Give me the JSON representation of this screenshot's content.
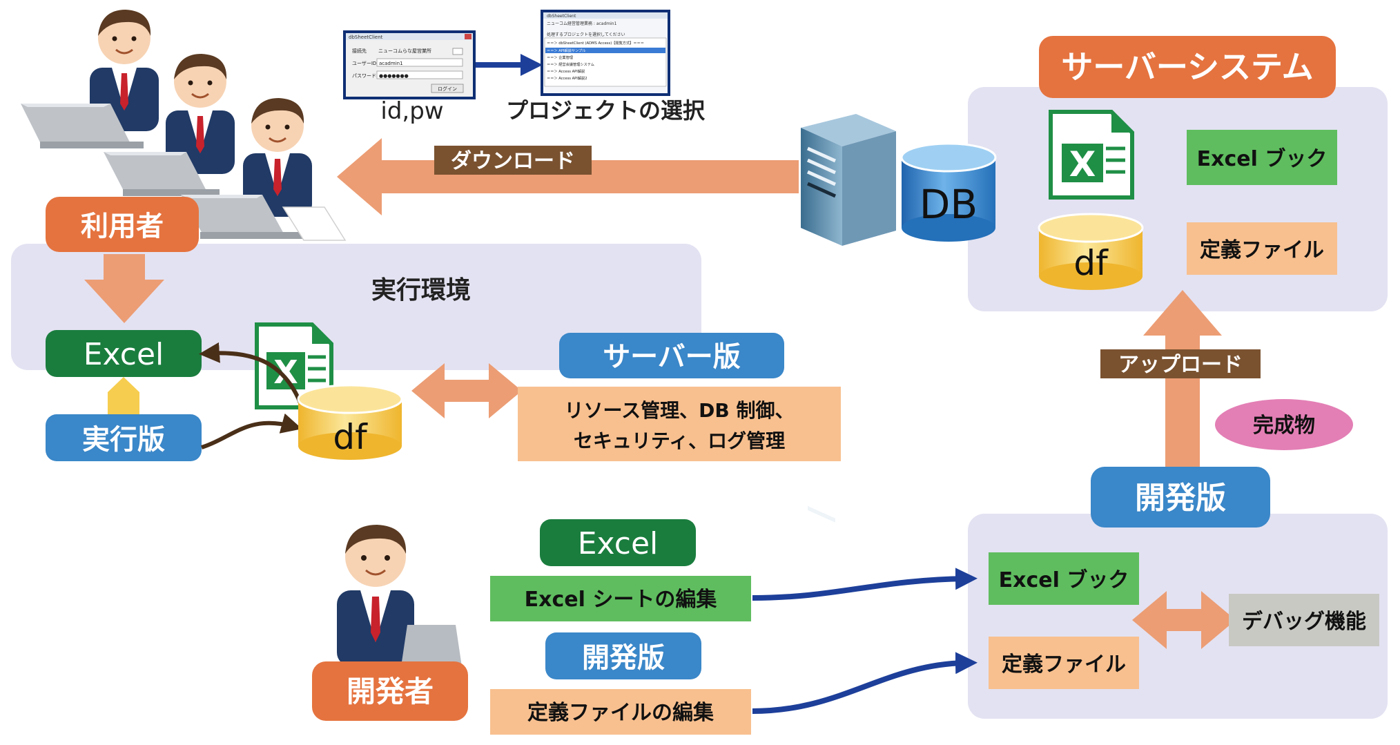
{
  "labels": {
    "user": "利用者",
    "developer": "開発者",
    "login_caption": "id,pw",
    "project_caption": "プロジェクトの選択",
    "download": "ダウンロード",
    "upload": "アップロード",
    "db": "DB",
    "df": "df",
    "runtime_env_title": "実行環境",
    "excel": "Excel",
    "runtime_edition": "実行版",
    "server_edition": "サーバー版",
    "server_features_line1": "リソース管理、DB 制御、",
    "server_features_line2": "セキュリティ、ログ管理",
    "server_system": "サーバーシステム",
    "excel_book": "Excel ブック",
    "def_file": "定義ファイル",
    "deliverable": "完成物",
    "dev_edition": "開発版",
    "excel_sheet_edit": "Excel シートの編集",
    "def_file_edit": "定義ファイルの編集",
    "debug": "デバッグ機能"
  },
  "login_window": {
    "title": "dbSheetClient",
    "row1_label": "接続先",
    "row1_value": "ニューコムらな屋営業所",
    "row2_label": "ユーザーID",
    "row2_value": "acadmin1",
    "row3_label": "パスワード",
    "row3_value": "●●●●●●●",
    "button": "ログイン"
  },
  "project_window": {
    "title": "dbSheetClient",
    "subtitle": "ニューコム経営管理業務 : acadmin1",
    "prompt": "処理するプロジェクトを選択してください",
    "items": [
      "＝＝＞ dbSheetClient (ADMS Access)【閲覧方式】＝＝＝",
      "＝＝＞ API解説サンプル",
      "＝＝＞ 企業管理",
      "＝＝＞ 経営会議管理システム",
      "＝＝＞ Access API解説",
      "＝＝＞ Access API解説2"
    ]
  },
  "colors": {
    "orange_label": "#e5733f",
    "blue_label": "#3a87c9",
    "dark_green_label": "#1a7d3e",
    "light_green_box": "#5fbd5f",
    "peach_box": "#f8c08f",
    "panel_bg": "#e3e2f2",
    "big_arrow": "#ec9d74",
    "brown_label": "#7a5230",
    "pink_ellipse": "#e37fb5",
    "gray_box": "#c9c9c4",
    "navy_arrow": "#1d3f9a",
    "db_blue": "#2c7ecb",
    "df_yellow": "#f6cd4f",
    "excel_green": "#1f8f46"
  }
}
